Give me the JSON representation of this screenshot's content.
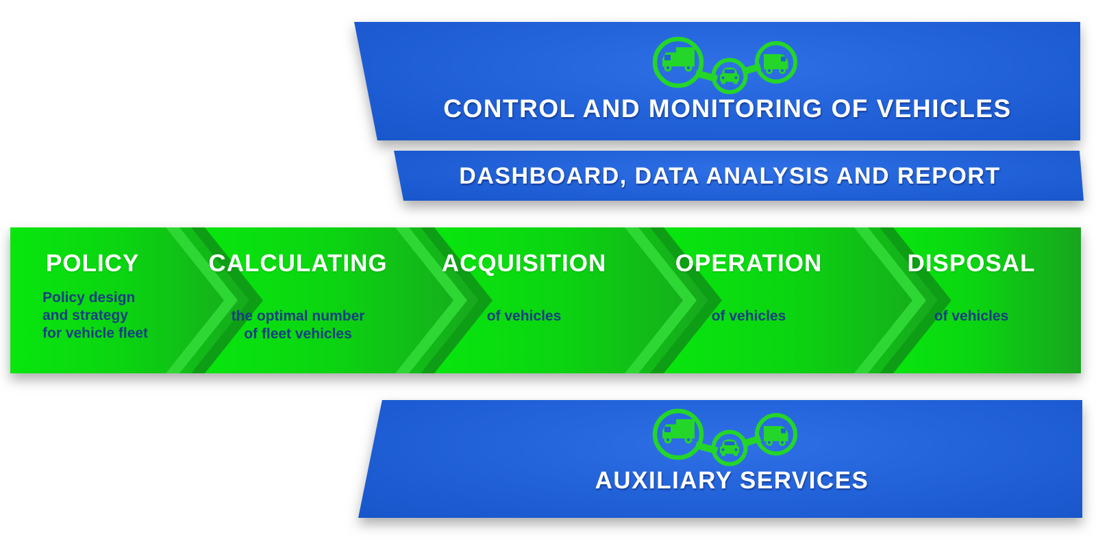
{
  "banners": {
    "control": {
      "label": "CONTROL AND MONITORING OF VEHICLES"
    },
    "dashboard": {
      "label": "DASHBOARD, DATA ANALYSIS AND REPORT"
    },
    "auxiliary": {
      "label": "AUXILIARY SERVICES"
    }
  },
  "process": {
    "stages": [
      {
        "title": "POLICY",
        "description": "Policy design\nand strategy\nfor vehicle fleet"
      },
      {
        "title": "CALCULATING",
        "description": "the optimal number\nof fleet vehicles"
      },
      {
        "title": "ACQUISITION",
        "description": "of vehicles"
      },
      {
        "title": "OPERATION",
        "description": "of vehicles"
      },
      {
        "title": "DISPOSAL",
        "description": "of vehicles"
      }
    ]
  },
  "icons": {
    "top_group": [
      "truck-icon",
      "car-icon",
      "van-icon"
    ],
    "bottom_group": [
      "truck-icon",
      "car-icon",
      "van-icon"
    ]
  },
  "colors": {
    "banner_blue_bright": "#2f70e6",
    "banner_blue_dark": "#0b47b3",
    "band_green_bright": "#08e60e",
    "band_green_dark": "#18a51e",
    "chevron_light": "#2fd735",
    "chevron_dark": "#0e9e15",
    "icon_green": "#24d629",
    "title_white": "#ffffff",
    "description_navy": "#173e82"
  }
}
